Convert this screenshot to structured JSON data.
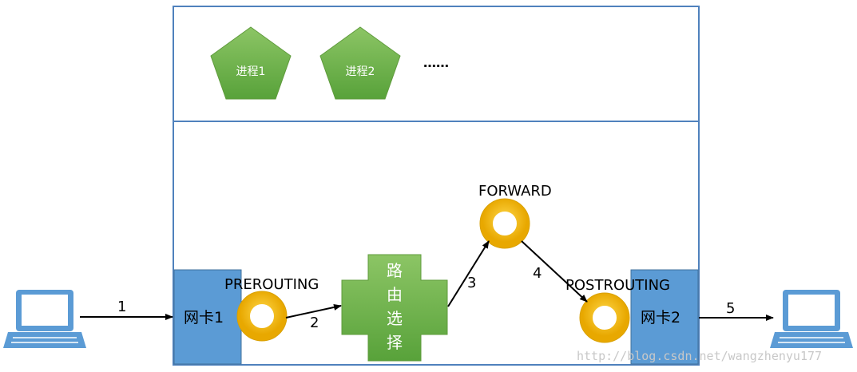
{
  "processes": [
    {
      "label": "进程1"
    },
    {
      "label": "进程2"
    }
  ],
  "ellipsis": "……",
  "nics": {
    "nic1": "网卡1",
    "nic2": "网卡2"
  },
  "hooks": {
    "prerouting": "PREROUTING",
    "forward": "FORWARD",
    "postrouting": "POSTROUTING"
  },
  "routing": {
    "chars": [
      "路",
      "由",
      "选",
      "择"
    ]
  },
  "steps": [
    "1",
    "2",
    "3",
    "4",
    "5"
  ],
  "watermark": "http://blog.csdn.net/wangzhenyu177",
  "colors": {
    "border": "#4f81bd",
    "nic": "#5b9bd5",
    "green": "#70ad47",
    "hook_ring": "#f2b705",
    "laptop": "#5b9bd5"
  }
}
